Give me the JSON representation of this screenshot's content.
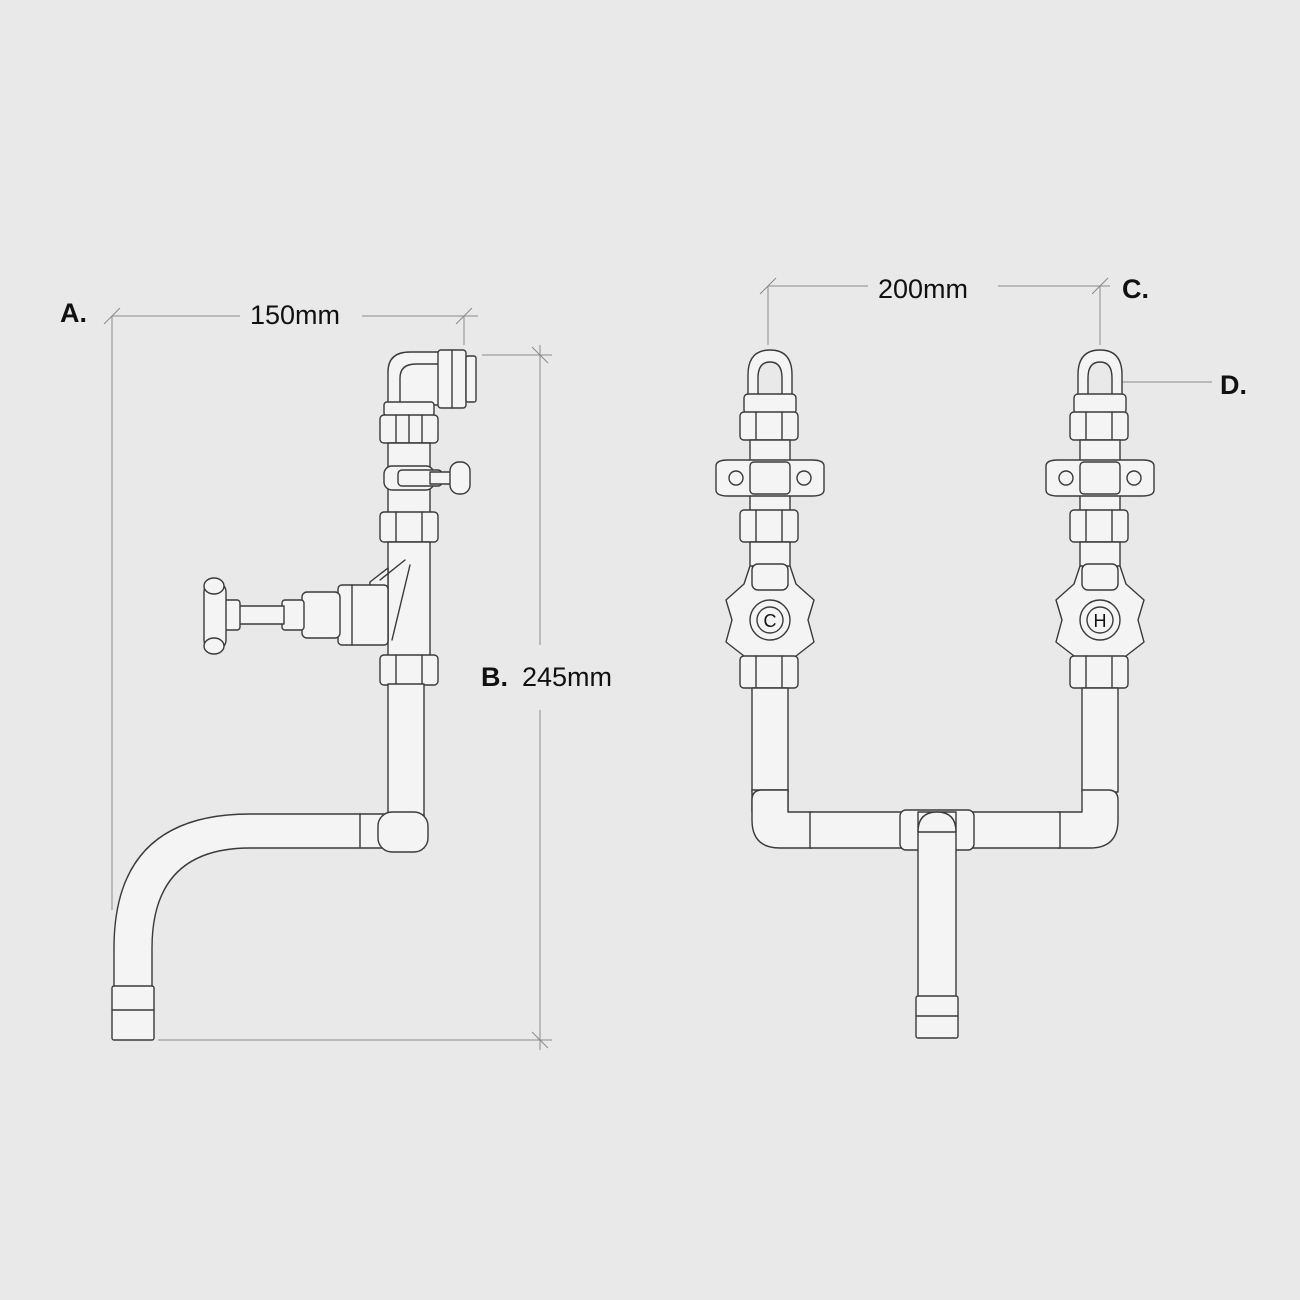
{
  "labels": {
    "a": "A.",
    "b": "B.",
    "c": "C.",
    "d": "D.",
    "cold_mark": "C",
    "hot_mark": "H"
  },
  "dimensions": {
    "a_width": "150mm",
    "b_height": "245mm",
    "c_width": "200mm"
  },
  "colors": {
    "background": "#e9e9e9",
    "line": "#3a3a3a"
  }
}
